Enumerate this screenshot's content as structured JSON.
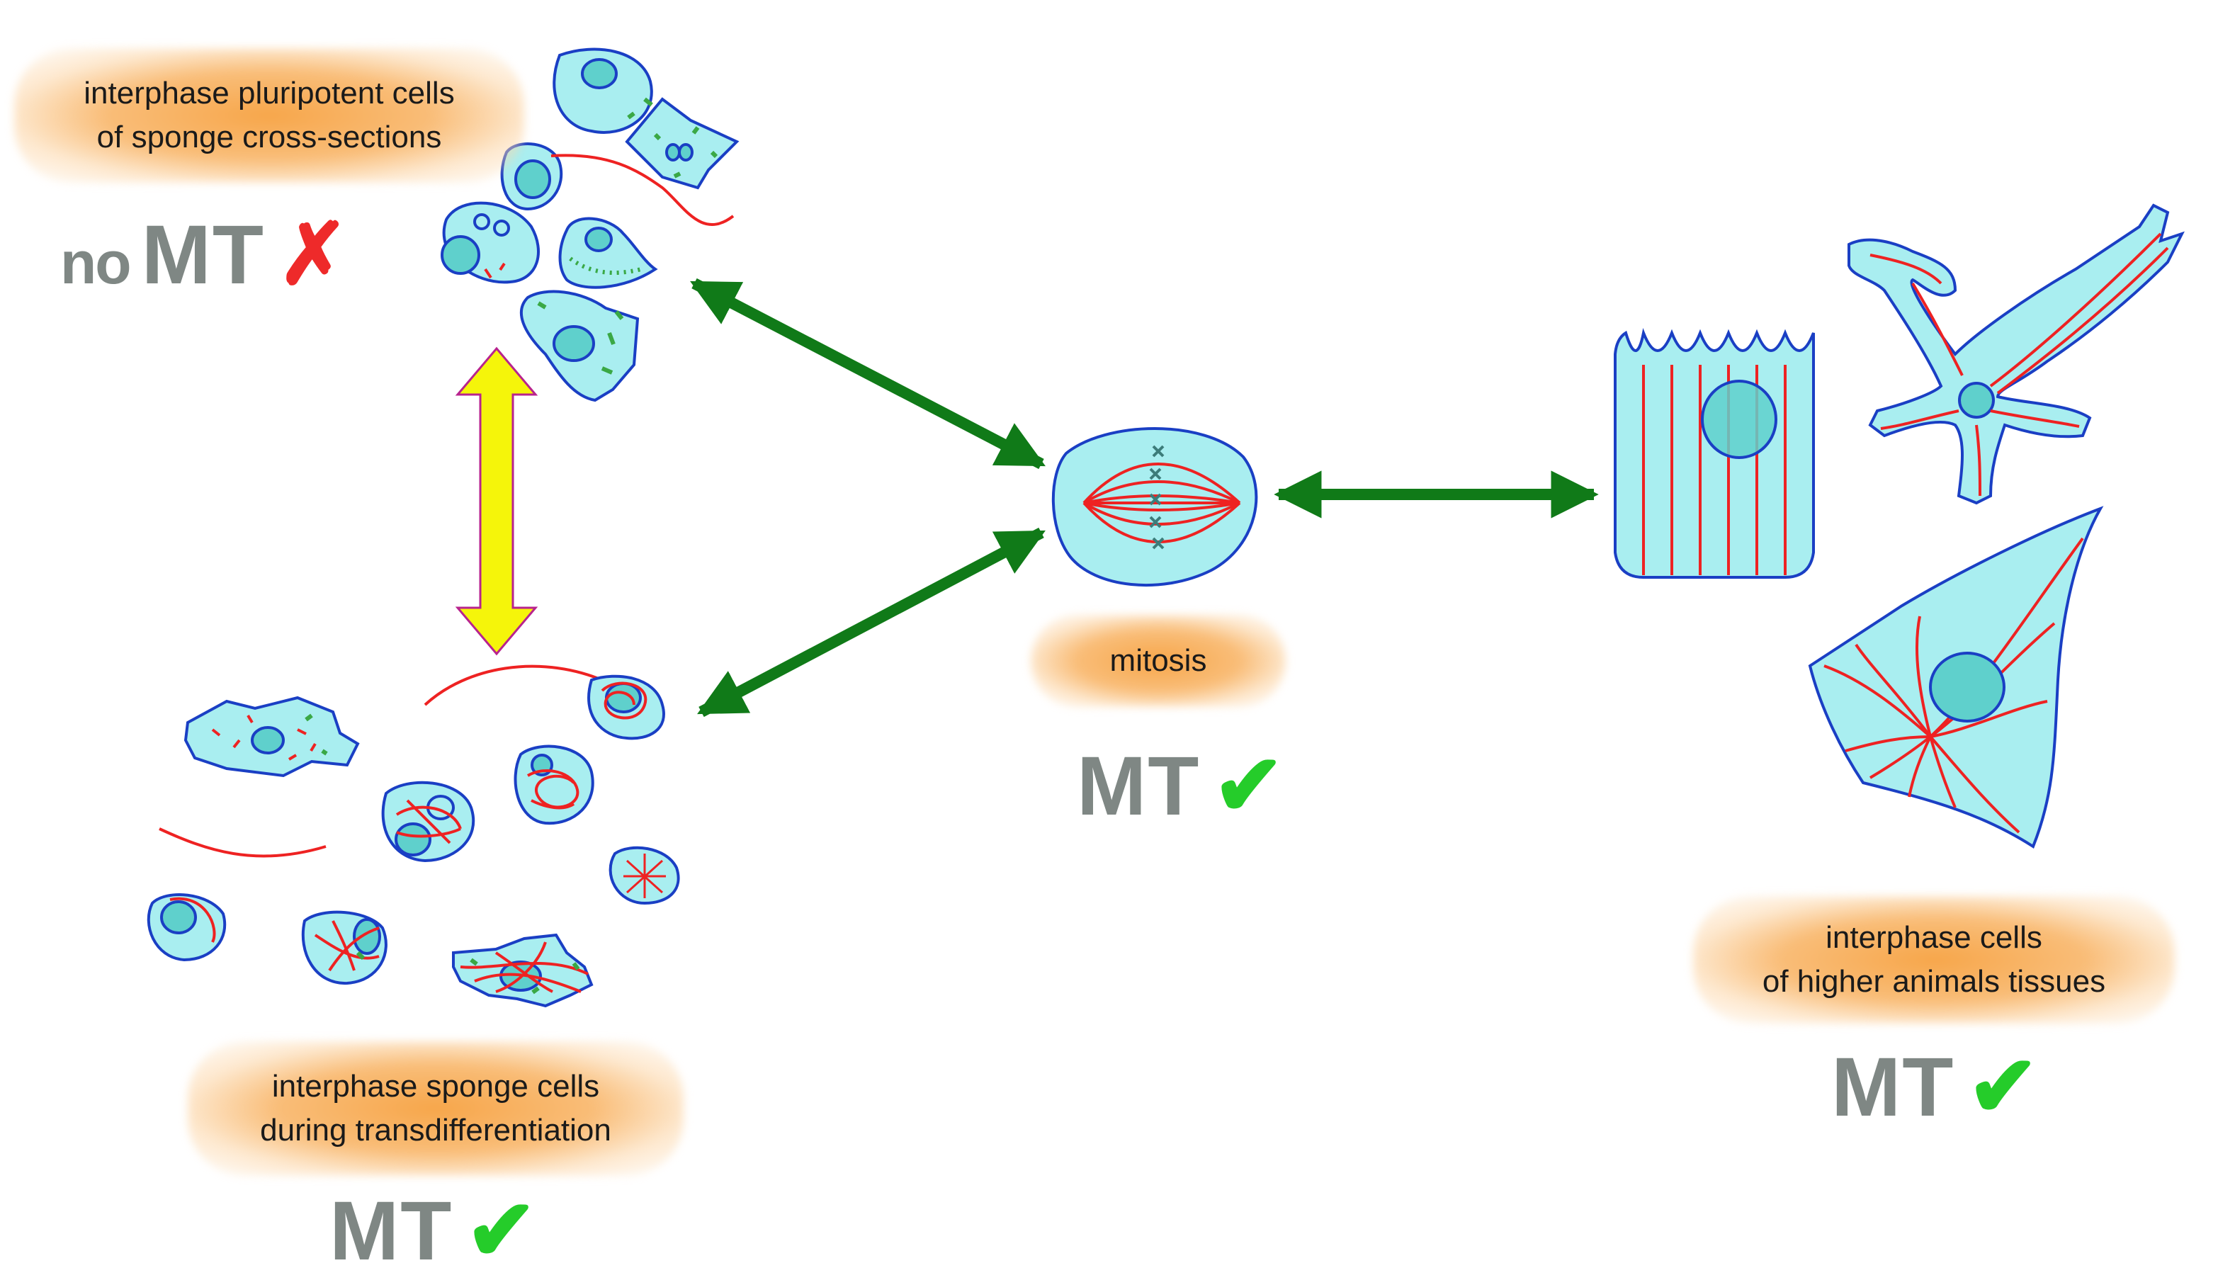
{
  "colors": {
    "cell_fill": "#a9eef0",
    "cell_outline": "#1a3fc4",
    "nucleus_fill": "#5fd0cc",
    "microtubule": "#ee2222",
    "organelle": "#3aa845",
    "arrow_green": "#107a18",
    "arrow_yellow": "#f5f50a",
    "mt_text": "#7f8784",
    "cross": "#ee2a2a",
    "check": "#25cc2a",
    "label_glow": "#f7a64a"
  },
  "labels": {
    "sponge_sections": [
      "interphase pluripotent cells",
      "of sponge cross-sections"
    ],
    "transdiff": [
      "interphase sponge cells",
      "during transdifferentiation"
    ],
    "mitosis": [
      "mitosis"
    ],
    "higher": [
      "interphase cells",
      "of higher animals tissues"
    ]
  },
  "mt": {
    "no_prefix": "no",
    "label": "MT",
    "cross_icon": "✗",
    "check_icon": "✔"
  },
  "icons": {
    "cross": "cross-icon",
    "check": "check-icon"
  }
}
